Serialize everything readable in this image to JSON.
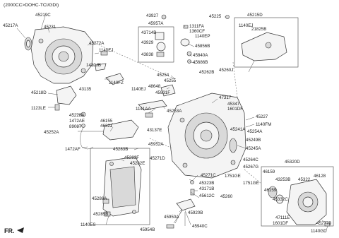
{
  "header": {
    "engine": "(2000CC>DOHC-TCI/GDI)"
  },
  "direction_marker": "FR.",
  "parts": [
    "45219C",
    "45217A",
    "45231",
    "45272A",
    "1140EJ",
    "1430JB",
    "1140FZ",
    "43135",
    "45218D",
    "1123LE",
    "43927",
    "45957A",
    "43714B",
    "43929",
    "43838",
    "1311FA",
    "1360CF",
    "1140EP",
    "45856B",
    "45840A",
    "45686B",
    "45225",
    "45215D",
    "1140EJ",
    "21825B",
    "45260J",
    "45262B",
    "45254",
    "45255",
    "1140EJ",
    "48648",
    "45931F",
    "45253A",
    "1141AA",
    "43137E",
    "47317",
    "45347",
    "1601DF",
    "45227",
    "1140FM",
    "45241A",
    "45254A",
    "45249B",
    "45245A",
    "45228A",
    "1472AE",
    "89087",
    "45252A",
    "46155",
    "46321",
    "1472AF",
    "45952A",
    "45283B",
    "45271D",
    "45283F",
    "45282E",
    "45286A",
    "45285B",
    "1140ES",
    "45264C",
    "45267G",
    "45271C",
    "1751GE",
    "1751GE",
    "45323B",
    "43171B",
    "45612C",
    "45260",
    "45920B",
    "45950A",
    "45954B",
    "45940C",
    "45320D",
    "46159",
    "43253B",
    "45322",
    "46128",
    "46159",
    "45332C",
    "47111E",
    "1601DF",
    "45277B",
    "1140GD"
  ]
}
